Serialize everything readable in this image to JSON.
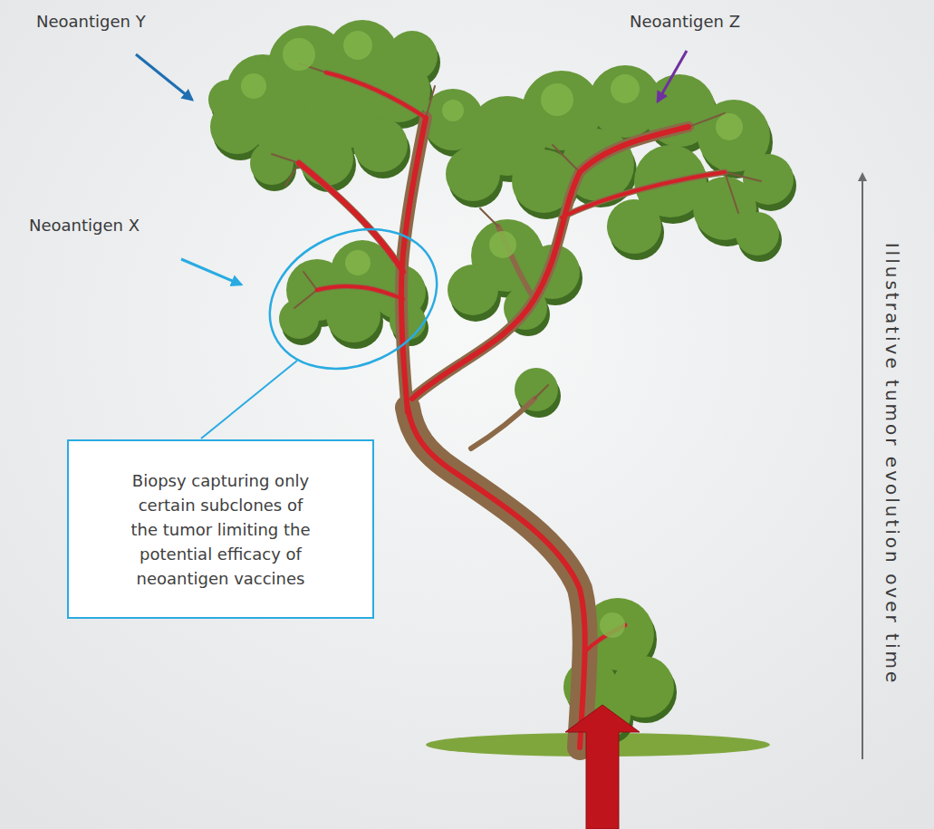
{
  "diagram": {
    "nodes": [
      {
        "text": [
          "Biopsy capturing only certain subclones of the tumor limiting the potential efficacy of neoantigen vaccines"
        ]
      }
    ],
    "labels": [
      "Neoantigen Y",
      "Neoantigen Z",
      "Neoantigen X",
      "Illustrative tumor evolution over time"
    ]
  }
}
